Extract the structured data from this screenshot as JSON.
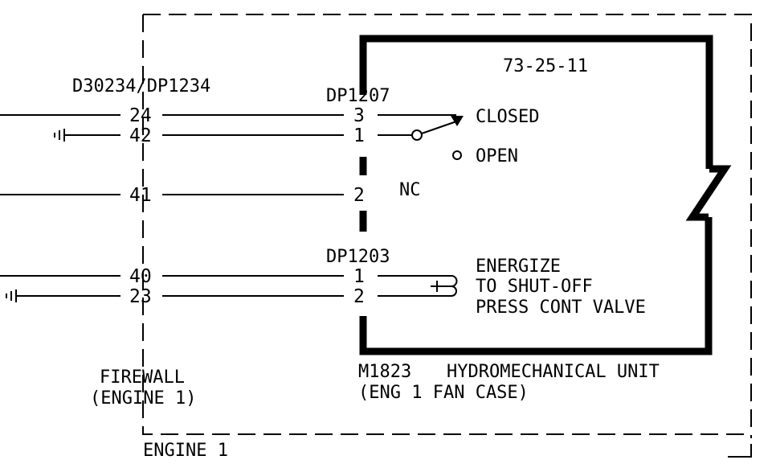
{
  "diagram": {
    "zone_ref": "73-25-11",
    "connector_left": "D30234/DP1234",
    "connector_top": "DP1207",
    "connector_bottom": "DP1203",
    "left_pins": [
      "24",
      "42",
      "41",
      "40",
      "23"
    ],
    "dp1207_pins": [
      "3",
      "1",
      "2"
    ],
    "dp1203_pins": [
      "1",
      "2"
    ],
    "switch": {
      "closed_label": "CLOSED",
      "open_label": "OPEN",
      "nc_label": "NC"
    },
    "valve_lines": [
      "ENERGIZE",
      "TO SHUT-OFF",
      "PRESS CONT VALVE"
    ],
    "unit": {
      "id": "M1823",
      "name": "HYDROMECHANICAL UNIT",
      "location": "(ENG 1 FAN CASE)"
    },
    "firewall_lines": [
      "FIREWALL",
      "(ENGINE 1)"
    ],
    "zone_label": "ENGINE 1"
  }
}
